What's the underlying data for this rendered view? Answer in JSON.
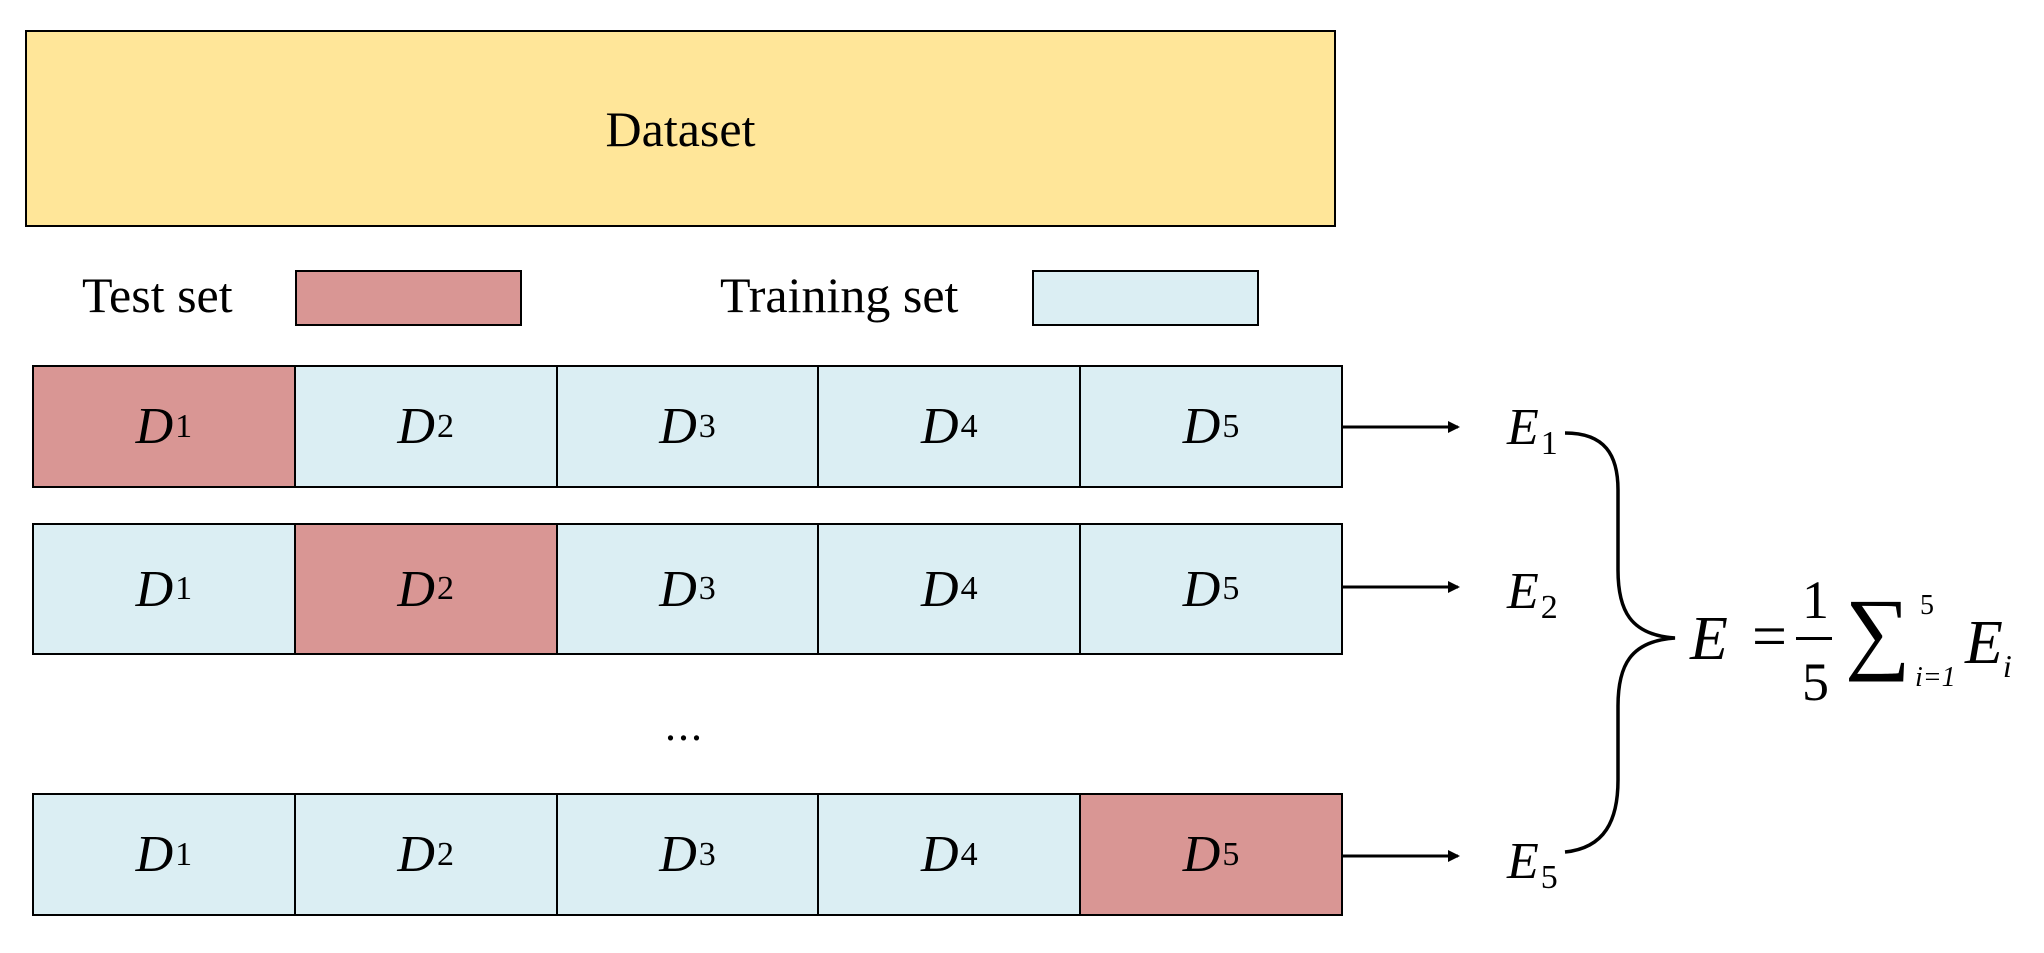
{
  "dataset": {
    "label": "Dataset"
  },
  "legend": {
    "test_label": "Test set",
    "training_label": "Training set"
  },
  "colors": {
    "dataset": "#FFE699",
    "test": "#D99694",
    "training": "#DBEEF3",
    "stroke": "#000000"
  },
  "folds": [
    {
      "cells": [
        {
          "name": "D",
          "index": "1",
          "role": "test"
        },
        {
          "name": "D",
          "index": "2",
          "role": "training"
        },
        {
          "name": "D",
          "index": "3",
          "role": "training"
        },
        {
          "name": "D",
          "index": "4",
          "role": "training"
        },
        {
          "name": "D",
          "index": "5",
          "role": "training"
        }
      ],
      "error": {
        "name": "E",
        "index": "1"
      }
    },
    {
      "cells": [
        {
          "name": "D",
          "index": "1",
          "role": "training"
        },
        {
          "name": "D",
          "index": "2",
          "role": "test"
        },
        {
          "name": "D",
          "index": "3",
          "role": "training"
        },
        {
          "name": "D",
          "index": "4",
          "role": "training"
        },
        {
          "name": "D",
          "index": "5",
          "role": "training"
        }
      ],
      "error": {
        "name": "E",
        "index": "2"
      }
    },
    {
      "cells": [
        {
          "name": "D",
          "index": "1",
          "role": "training"
        },
        {
          "name": "D",
          "index": "2",
          "role": "training"
        },
        {
          "name": "D",
          "index": "3",
          "role": "training"
        },
        {
          "name": "D",
          "index": "4",
          "role": "training"
        },
        {
          "name": "D",
          "index": "5",
          "role": "test"
        }
      ],
      "error": {
        "name": "E",
        "index": "5"
      }
    }
  ],
  "ellipsis": "...",
  "formula": {
    "lhs": "E",
    "equals": "=",
    "numerator": "1",
    "denominator": "5",
    "sum_symbol": "∑",
    "upper_limit": "5",
    "lower_limit": "i=1",
    "term": "E",
    "term_subscript": "i"
  }
}
